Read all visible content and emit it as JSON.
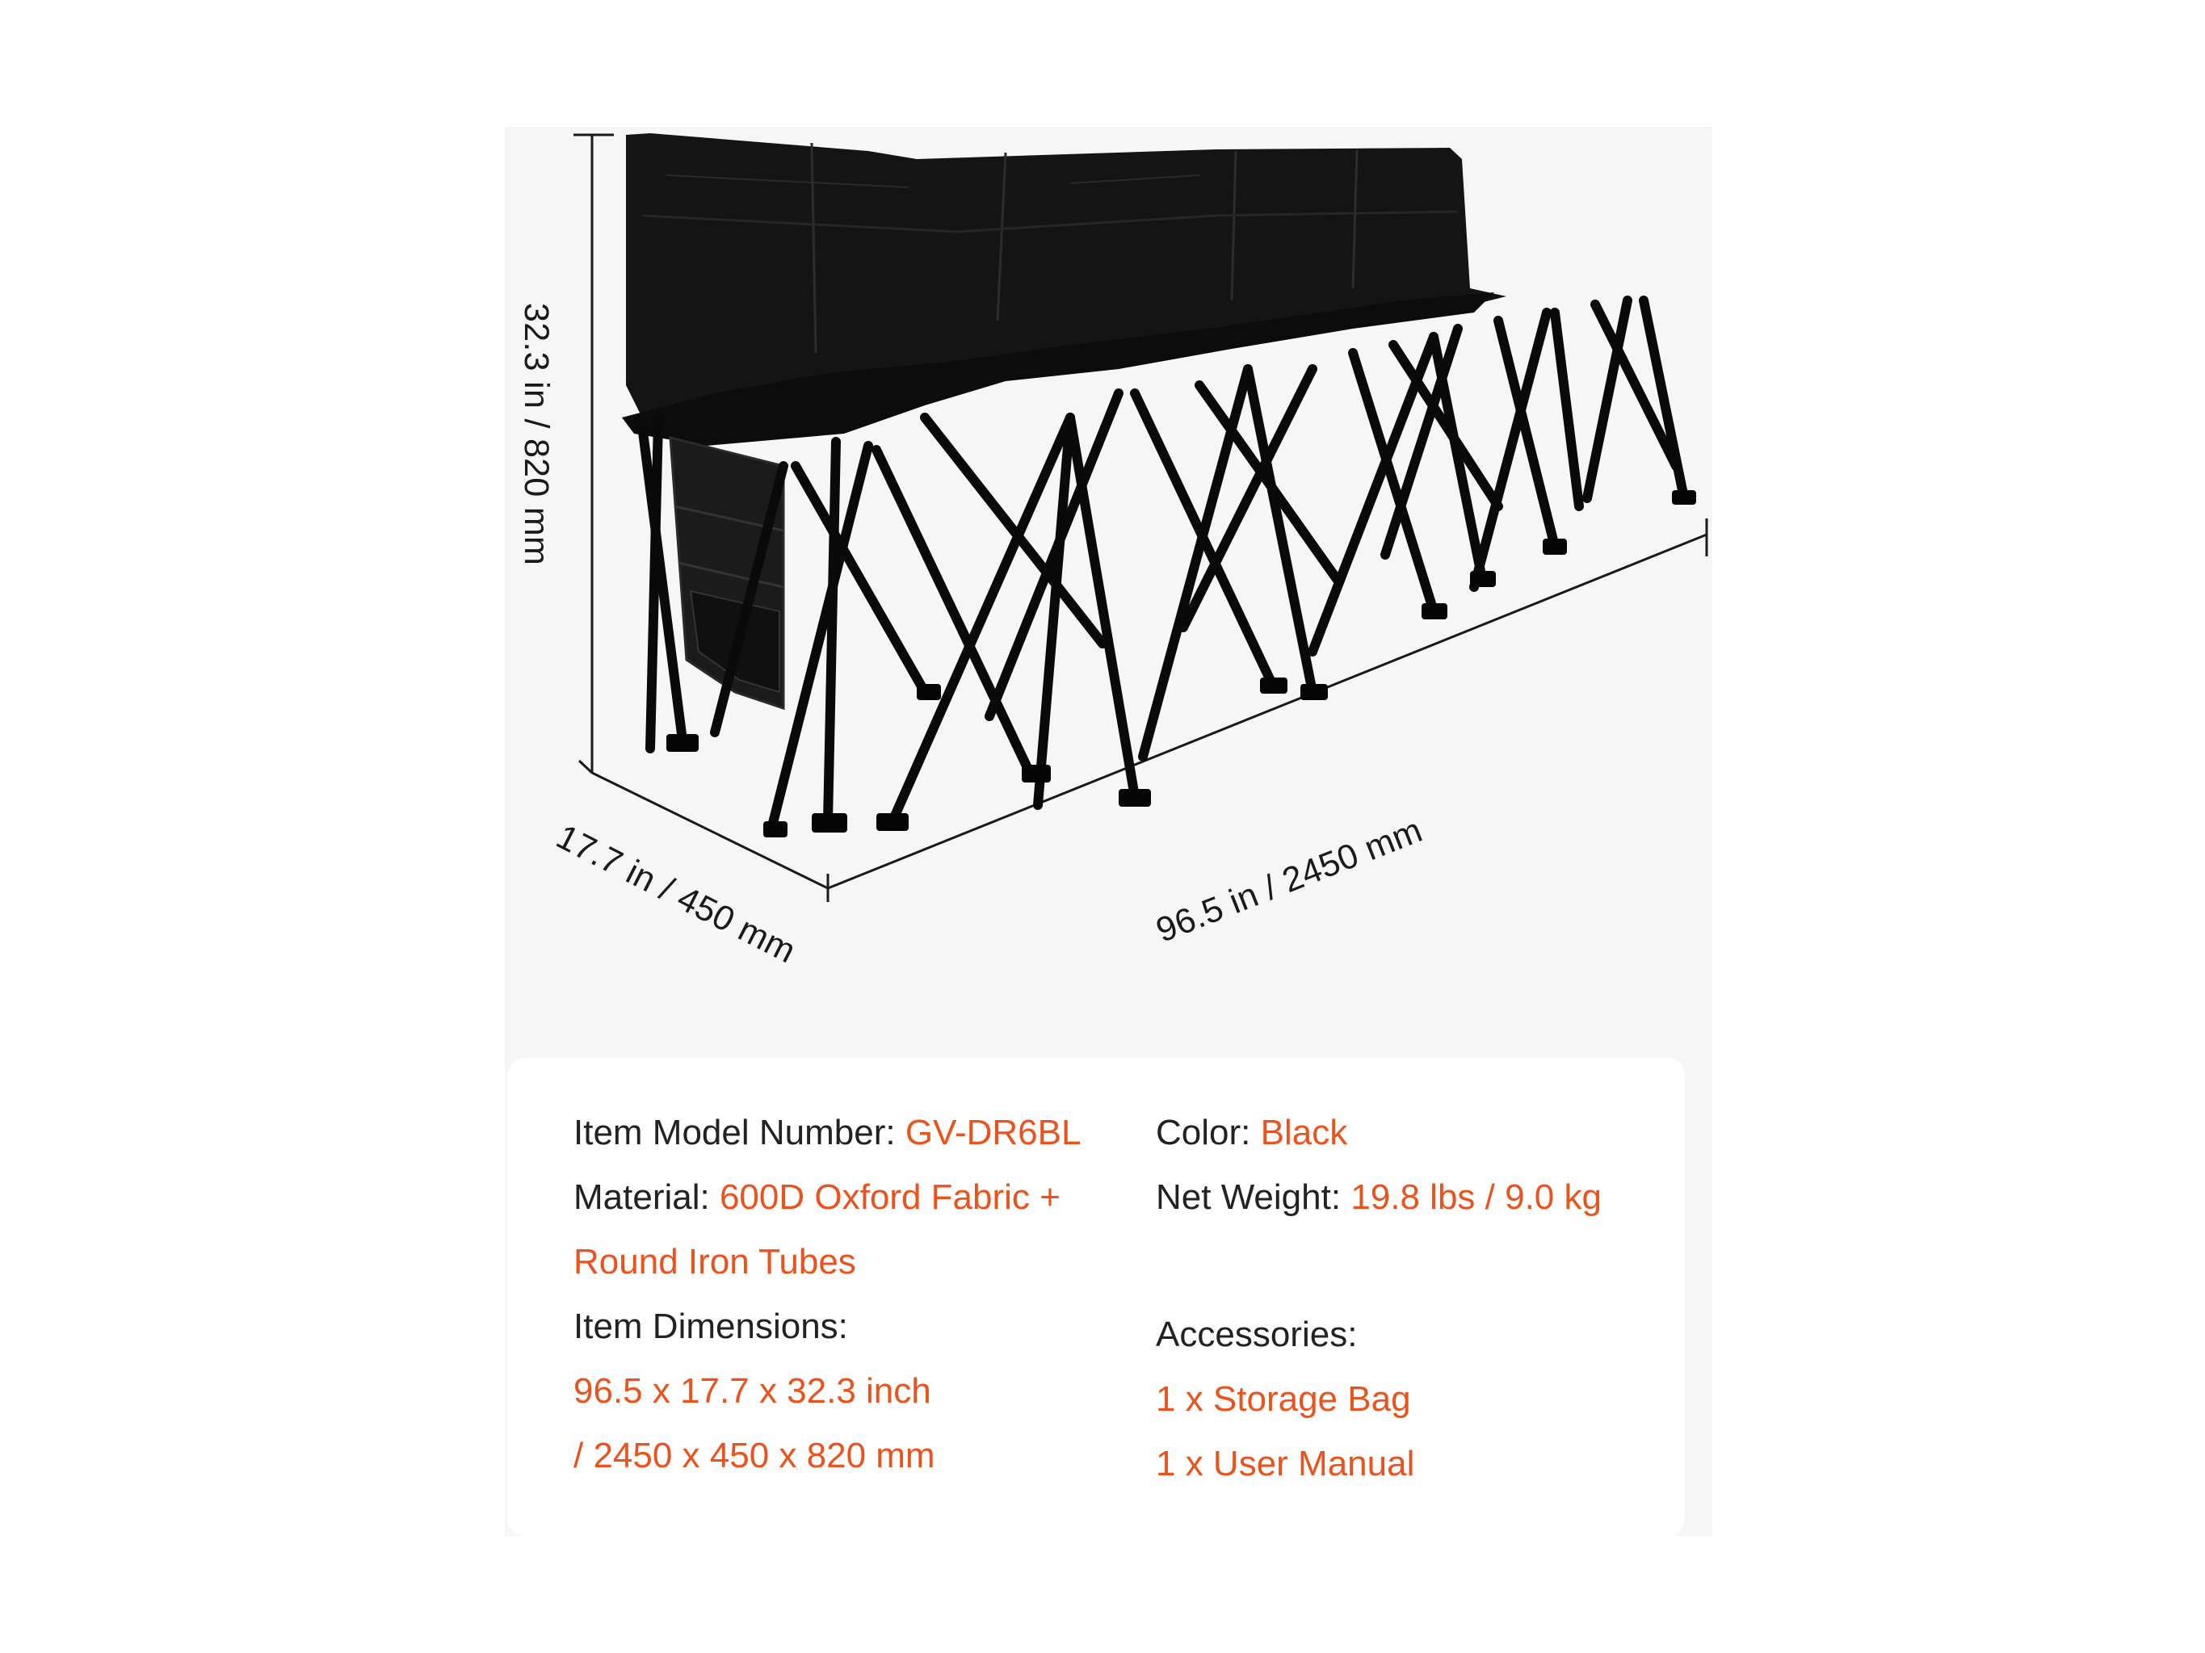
{
  "colors": {
    "accent": "#e8531e",
    "text": "#222222",
    "panel": "#f6f6f6",
    "chair": "#111111"
  },
  "dimensions": {
    "height": "32.3 in / 820 mm",
    "depth": "17.7 in / 450 mm",
    "length": "96.5 in / 2450 mm"
  },
  "specs": {
    "model_label": "Item Model Number:",
    "model_value": "GV-DR6BL",
    "material_label": "Material:",
    "material_value_1": "600D Oxford Fabric +",
    "material_value_2": "Round Iron Tubes",
    "dimensions_label": "Item Dimensions:",
    "dimensions_value_1": "96.5 x 17.7 x 32.3 inch",
    "dimensions_value_2": "/ 2450 x 450 x 820 mm",
    "color_label": "Color:",
    "color_value": "Black",
    "weight_label": "Net Weight:",
    "weight_value": "19.8 lbs / 9.0 kg",
    "accessories_label": "Accessories:",
    "accessory_1": "1 x Storage Bag",
    "accessory_2": "1 x User Manual"
  }
}
